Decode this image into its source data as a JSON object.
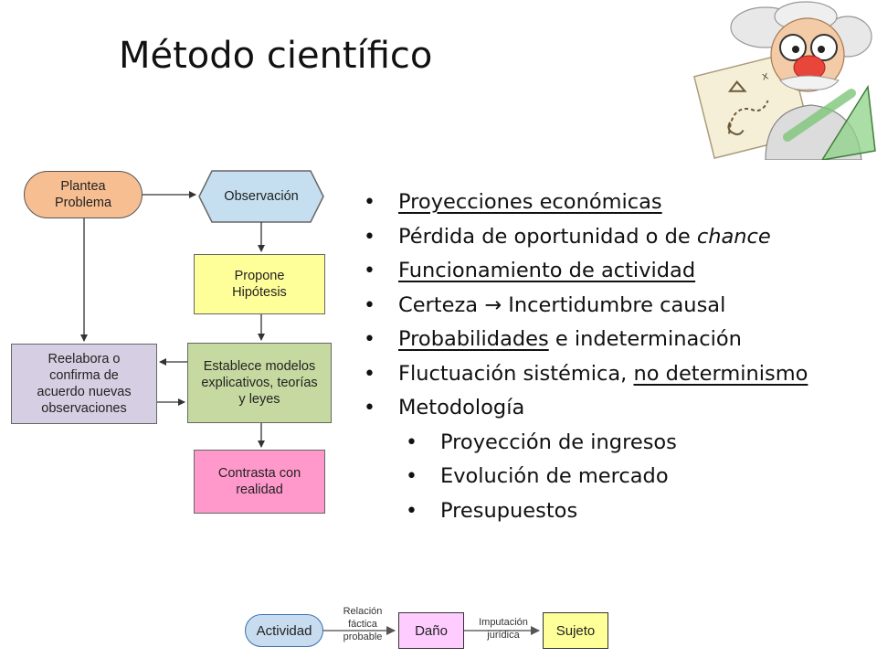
{
  "slide": {
    "title": "Método científico"
  },
  "flowchart": {
    "plantea": [
      "Plantea",
      "Problema"
    ],
    "observacion": "Observación",
    "propone": [
      "Propone",
      "Hipótesis"
    ],
    "establece": [
      "Establece modelos",
      "explicativos, teorías",
      "y leyes"
    ],
    "reelabora": [
      "Reelabora o",
      "confirma de",
      "acuerdo nuevas",
      "observaciones"
    ],
    "contrasta": [
      "Contrasta con",
      "realidad"
    ]
  },
  "bullets": {
    "b1": "Proyecciones económicas",
    "b2_main": "Pérdida de oportunidad o de ",
    "b2_italic": "chance",
    "b3": "Funcionamiento de actividad",
    "b4": "Certeza → Incertidumbre causal",
    "b5_underlined": "Probabilidades",
    "b5_rest": " e indeterminación",
    "b6_plain": "Fluctuación sistémica, ",
    "b6_underlined": "no determinismo",
    "b7": "Metodología",
    "sub1": "Proyección de ingresos",
    "sub2": "Evolución de mercado",
    "sub3": "Presupuestos"
  },
  "mini_diagram": {
    "actividad": "Actividad",
    "relacion": [
      "Relación",
      "fáctica",
      "probable"
    ],
    "dano": "Daño",
    "imputacion": [
      "Imputación",
      "jurídica"
    ],
    "sujeto": "Sujeto"
  },
  "colors": {
    "plantea": "#f7be92",
    "observacion": "#c5dff0",
    "propone": "#ffff99",
    "establece": "#c6d9a0",
    "reelabora": "#d6cfe3",
    "contrasta": "#ff99cc",
    "actividad": "#c8dcef",
    "dano": "#ffccff",
    "sujeto": "#ffff99"
  },
  "clipart": {
    "icon": "professor-scientist-icon"
  }
}
